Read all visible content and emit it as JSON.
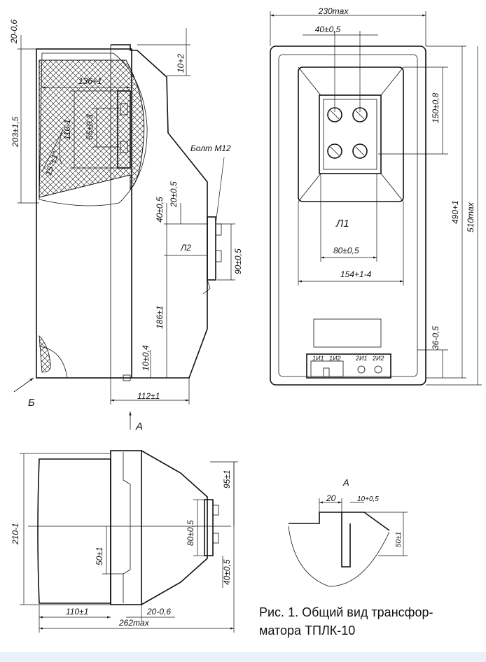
{
  "labels": {
    "w230": "230max",
    "w40_top": "40±0,5",
    "h20_06": "20-0,6",
    "h10_2": "10+2",
    "w136": "136+1",
    "h203": "203±1,5",
    "h110": "110-1",
    "h55": "55±0,3",
    "ang15": "15°±1°",
    "bolt": "Болт М12",
    "h40_side": "40±0,5",
    "h20_side": "20±0,5",
    "l2": "Л2",
    "h90_side": "90±0,5",
    "h186": "186±1",
    "h10_04": "10±0,4",
    "w112": "112±1",
    "b_view": "Б",
    "a_view": "А",
    "h150": "150±0,8",
    "h490": "490+1",
    "h510": "510max",
    "l1": "Л1",
    "w80_front": "80±0,5",
    "w154": "154+1-4",
    "h36": "36-0,5",
    "term1": "1И1",
    "term2": "1И2",
    "term3": "2И1",
    "term4": "2И2",
    "h210": "210-1",
    "h95": "95±1",
    "h80_bottom": "80±0,5",
    "h50": "50±1",
    "h40_bottom": "40±0,5",
    "w110": "110±1",
    "w20_bottom": "20-0,6",
    "w262": "262max",
    "a_detail": "А",
    "w20_detail": "20",
    "w10_detail": "10+0,5",
    "h50_detail": "50±1"
  },
  "caption": {
    "line1": "Рис. 1. Общий вид трансфор-",
    "line2": "матора ТПЛК-10"
  }
}
